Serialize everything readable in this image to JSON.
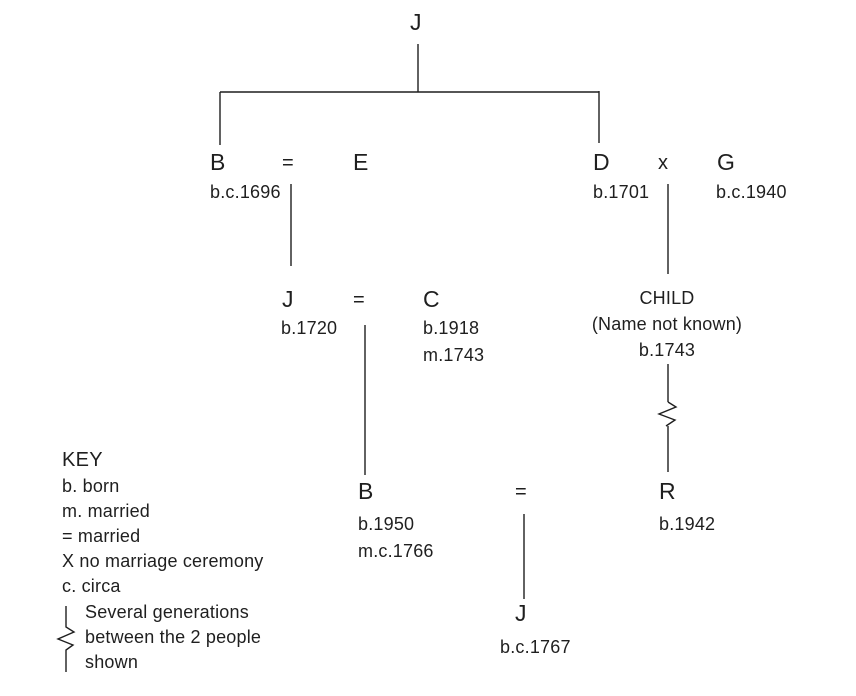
{
  "tree": {
    "root": {
      "label": "J"
    },
    "gen1_left": {
      "husband": "B",
      "husband_birth": "b.c.1696",
      "symbol": "=",
      "wife": "E"
    },
    "gen1_right": {
      "husband": "D",
      "husband_birth": "b.1701",
      "symbol": "x",
      "wife": "G",
      "wife_birth": "b.c.1940"
    },
    "gen2": {
      "husband": "J",
      "husband_birth": "b.1720",
      "symbol": "=",
      "wife": "C",
      "wife_birth": "b.1918",
      "wife_marriage": "m.1743"
    },
    "child": {
      "title": "CHILD",
      "subtitle": "(Name not known)",
      "birth": "b.1743"
    },
    "gen3": {
      "husband": "B",
      "husband_birth": "b.1950",
      "husband_marriage": "m.c.1766",
      "symbol": "=",
      "wife": "R",
      "wife_birth": "b.1942"
    },
    "gen4": {
      "person": "J",
      "person_birth": "b.c.1767"
    }
  },
  "key": {
    "title": "KEY",
    "items": [
      "b. born",
      "m. married",
      "= married",
      "X no marriage ceremony",
      "c. circa"
    ],
    "zigzag_note": [
      "Several generations",
      "between the 2 people",
      "shown"
    ]
  },
  "colors": {
    "ink": "#1f1f1f",
    "background": "#ffffff"
  }
}
